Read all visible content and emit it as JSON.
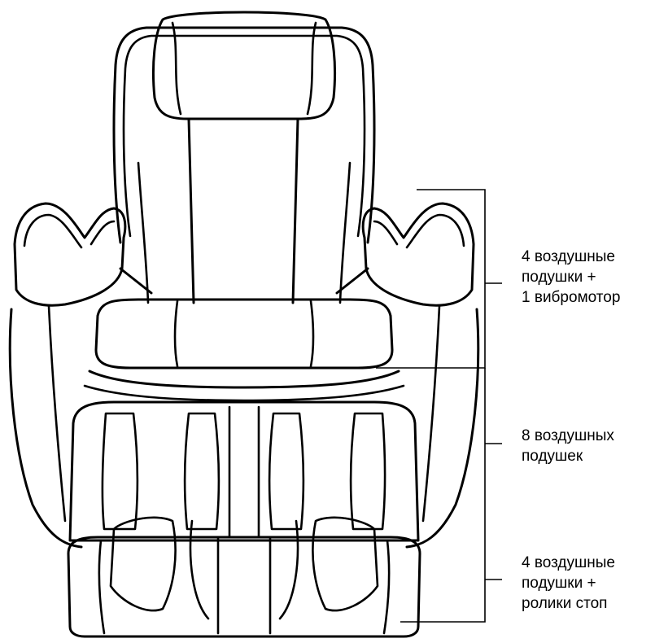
{
  "callouts": [
    {
      "zone": "arms",
      "lines": [
        "4 воздушные",
        "подушки +",
        "1 вибромотор"
      ]
    },
    {
      "zone": "legs",
      "lines": [
        "8 воздушных",
        "подушек"
      ]
    },
    {
      "zone": "feet",
      "lines": [
        "4 воздушные",
        "подушки +",
        "ролики стоп"
      ]
    }
  ],
  "colors": {
    "ink": "#000000",
    "background": "#ffffff"
  }
}
